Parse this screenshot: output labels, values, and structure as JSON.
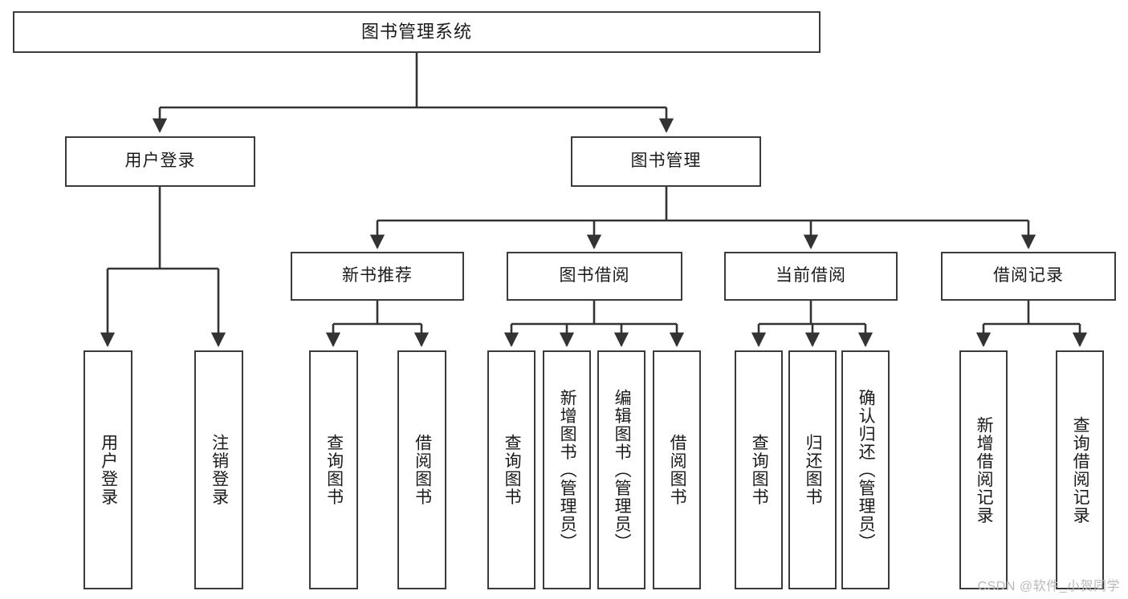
{
  "diagram": {
    "title": "图书管理系统",
    "root": {
      "label": "图书管理系统"
    },
    "level1": [
      {
        "label": "用户登录"
      },
      {
        "label": "图书管理"
      }
    ],
    "level2": [
      {
        "label": "新书推荐"
      },
      {
        "label": "图书借阅"
      },
      {
        "label": "当前借阅"
      },
      {
        "label": "借阅记录"
      }
    ],
    "leaves": {
      "user_login": [
        {
          "label": "用户登录"
        },
        {
          "label": "注销登录"
        }
      ],
      "new_book_recommend": [
        {
          "label": "查询图书"
        },
        {
          "label": "借阅图书"
        }
      ],
      "book_borrow": [
        {
          "label": "查询图书"
        },
        {
          "label": "新增图书（管理员）"
        },
        {
          "label": "编辑图书（管理员）"
        },
        {
          "label": "借阅图书"
        }
      ],
      "current_borrow": [
        {
          "label": "查询图书"
        },
        {
          "label": "归还图书"
        },
        {
          "label": "确认归还（管理员）"
        }
      ],
      "borrow_record": [
        {
          "label": "新增借阅记录"
        },
        {
          "label": "查询借阅记录"
        }
      ]
    }
  },
  "watermark": {
    "text": "CSDN @软件_小贺同学"
  },
  "colors": {
    "border": "#3b3b3b",
    "connector": "#333333",
    "background": "#ffffff",
    "text": "#1a1a1a",
    "watermark": "#b9b9b9"
  }
}
